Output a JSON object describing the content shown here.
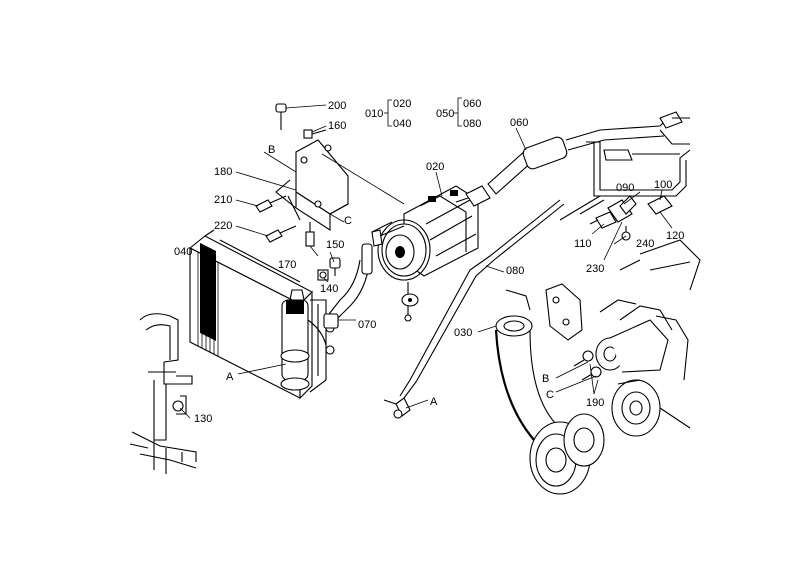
{
  "labels": {
    "p200": "200",
    "p160": "160",
    "p010": "010",
    "p020": "020",
    "p040a": "040",
    "p050": "050",
    "p060a": "060",
    "p080a": "080",
    "p060": "060",
    "pB1": "B",
    "p180": "180",
    "p020b": "020",
    "p210": "210",
    "pC1": "C",
    "p220": "220",
    "p150": "150",
    "p090": "090",
    "p100": "100",
    "p040": "040",
    "p110": "110",
    "p240": "240",
    "p120": "120",
    "p170": "170",
    "p230": "230",
    "p080": "080",
    "p140": "140",
    "p030": "030",
    "p070": "070",
    "pA1": "A",
    "pB2": "B",
    "pC2": "C",
    "p190": "190",
    "pA2": "A",
    "p130": "130"
  }
}
